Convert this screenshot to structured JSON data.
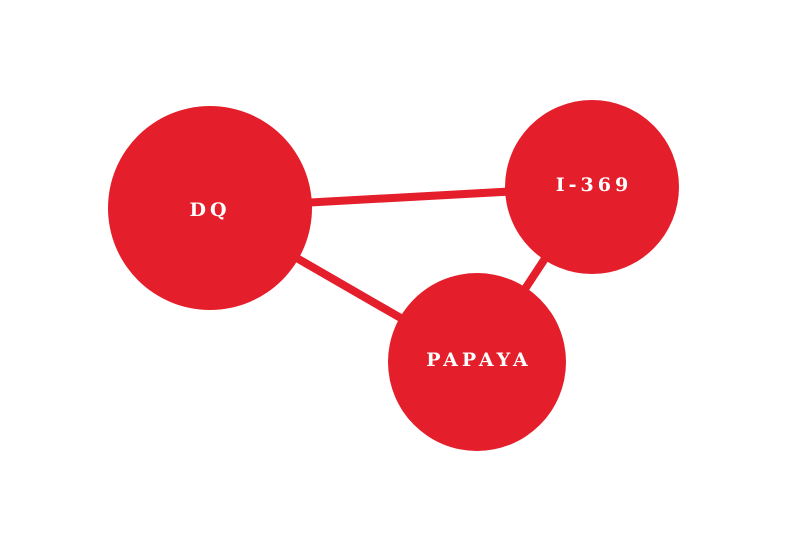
{
  "diagram": {
    "colors": {
      "node_fill": "#e41e2b",
      "edge": "#e41e2b",
      "label": "#ffffff",
      "background": "#ffffff"
    },
    "nodes": [
      {
        "id": "dq",
        "label": "DQ"
      },
      {
        "id": "i369",
        "label": "I-369"
      },
      {
        "id": "papaya",
        "label": "PAPAYA"
      }
    ],
    "edges": [
      {
        "from": "dq",
        "to": "i369"
      },
      {
        "from": "dq",
        "to": "papaya"
      },
      {
        "from": "i369",
        "to": "papaya"
      }
    ]
  }
}
